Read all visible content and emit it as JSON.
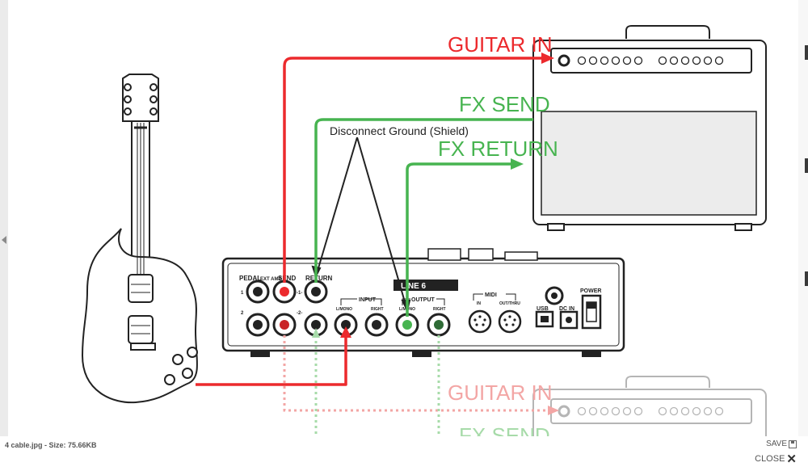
{
  "diagram": {
    "label_guitar_in": "GUITAR IN",
    "label_fx_send": "FX SEND",
    "label_fx_return": "FX RETURN",
    "label_disconnect_ground": "Disconnect Ground (Shield)",
    "label_guitar_in_faded": "GUITAR IN",
    "label_fx_send_faded": "FX SEND",
    "brand": "LINE 6",
    "panel": {
      "pedal": "PEDAL",
      "ext_amp": "EXT AMP",
      "send": "SEND",
      "return": "RETURN",
      "input": "INPUT",
      "output": "OUTPUT",
      "left_mono": "L/MONO",
      "right": "RIGHT",
      "midi": "MIDI",
      "midi_in": "IN",
      "midi_out": "OUT/THRU",
      "usb": "USB",
      "dc_in": "DC IN",
      "power": "POWER",
      "num_1": "1",
      "num_2": "2",
      "num_1b": "-1-",
      "num_2b": "-2-"
    },
    "colors": {
      "red": "#ec2a2d",
      "green": "#47b450",
      "red_faded": "#f3a6a5",
      "green_faded": "#a7dba9"
    }
  },
  "footer": {
    "file_info": "4 cable.jpg - Size: 75.66KB",
    "save_label": "SAVE",
    "close_label": "CLOSE"
  }
}
